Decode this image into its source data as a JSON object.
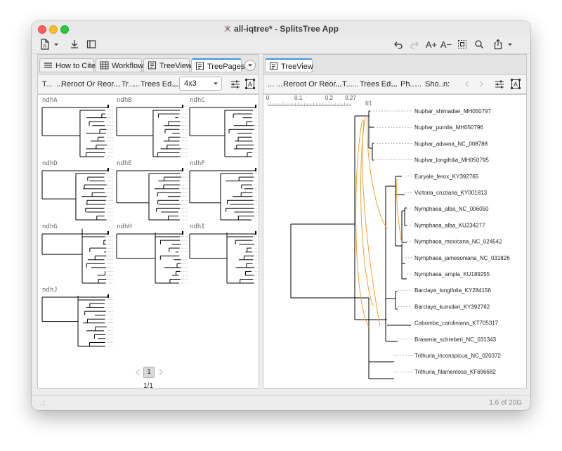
{
  "window": {
    "title": "all-iqtree* - SplitsTree App"
  },
  "toolbar": {
    "left_icons": [
      "new-file-icon",
      "chevron-down-icon",
      "download-icon",
      "sidebar-icon"
    ],
    "right_icons": [
      "undo-icon",
      "redo-icon",
      "font-increase-icon",
      "font-decrease-icon",
      "select-all-icon",
      "search-icon",
      "share-icon",
      "chevron-down-icon"
    ],
    "font_increase": "A+",
    "font_decrease": "A−"
  },
  "left_panel": {
    "tabs": [
      {
        "label": "How to Cite",
        "icon": "menu-lines-icon"
      },
      {
        "label": "Workflow",
        "icon": "grid-icon"
      },
      {
        "label": "TreeView",
        "icon": "document-icon"
      },
      {
        "label": "TreePages",
        "icon": "document-icon",
        "active": true
      }
    ],
    "controls": [
      "T...",
      "...",
      "Reroot Or Reor...",
      "...",
      "Tr...",
      "...",
      "Trees Ed...",
      "..."
    ],
    "grid_value": "4x3",
    "trees": [
      "ndhA",
      "ndhB",
      "ndhC",
      "ndhD",
      "ndhE",
      "ndhF",
      "ndhG",
      "ndhH",
      "ndhI",
      "ndhJ"
    ],
    "pagination": {
      "current": "1",
      "label": "1/1"
    }
  },
  "right_panel": {
    "tabs": [
      {
        "label": "TreeView",
        "icon": "document-icon",
        "active": true
      }
    ],
    "controls": [
      "...",
      "...",
      "Reroot Or Reor...",
      "...",
      "T...",
      "...",
      "Trees Ed...",
      "...",
      "Ph...",
      "...",
      "Sho...",
      "n:"
    ],
    "scale": {
      "ticks": [
        "0",
        "0.1",
        "0.2",
        "0.27"
      ]
    },
    "node_label": "N1",
    "taxa": [
      "Nuphar_shimadae_MH050797",
      "Nuphar_pumila_MH050796",
      "Nuphar_advena_NC_008788",
      "Nuphar_longifolia_MH050795",
      "Euryale_ferox_KY392765",
      "Victoria_cruziana_KY001813",
      "Nymphaea_alba_NC_006050",
      "Nymphaea_alba_KU234277",
      "Nymphaea_mexicana_NC_024542",
      "Nymphaea_jamesoniana_NC_031826",
      "Nymphaea_ampla_KU189255",
      "Barclaya_longifolia_KY284156",
      "Barclaya_kunstleri_KY392762",
      "Cabomba_caroliniana_KT705317",
      "Brasenia_schreberi_NC_031343",
      "Trithuria_inconspicua_NC_020372",
      "Trithuria_filamentosa_KF696682"
    ]
  },
  "status": {
    "memory": "1.6 of 20G"
  },
  "colors": {
    "accent": "#3d94e0",
    "reticulate": "#f0a030",
    "tree_line": "#000000"
  }
}
